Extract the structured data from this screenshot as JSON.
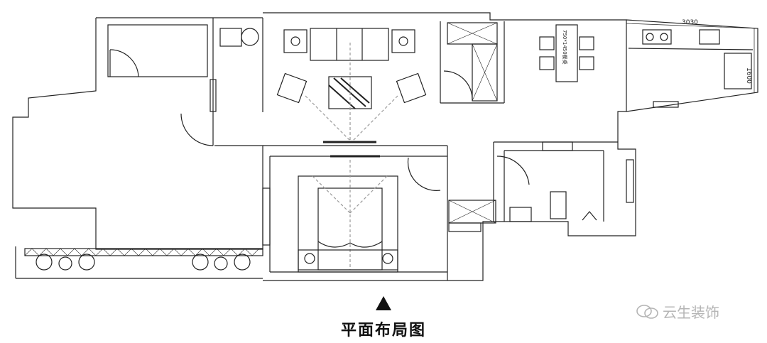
{
  "caption": "平面布局图",
  "watermark": {
    "text": "云生装饰",
    "icon": "wechat-icon"
  },
  "dimensions": {
    "top_width": "3030",
    "side_depth": "1600"
  },
  "dining_table_label": "750*1450餐桌",
  "colors": {
    "line": "#222222",
    "dashed": "#9a9a9a",
    "watermark": "#b5b5b5"
  }
}
